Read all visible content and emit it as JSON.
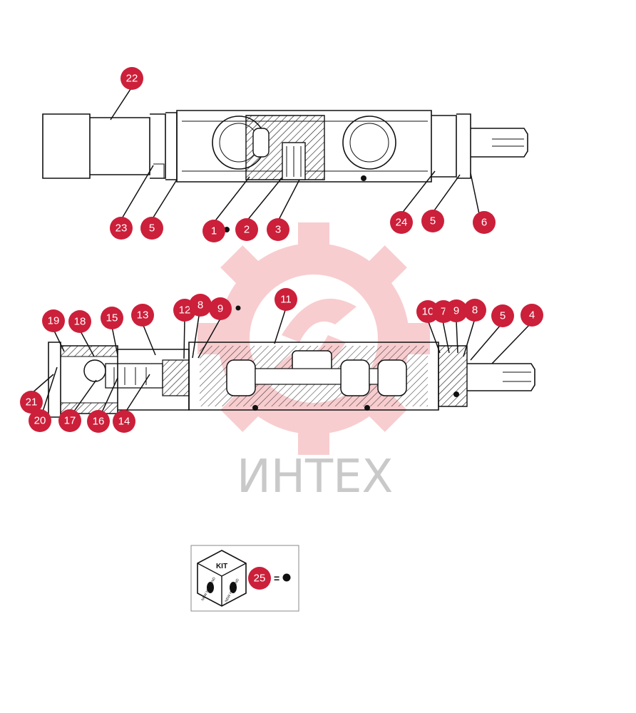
{
  "watermark": {
    "text": "ИНТЕХ"
  },
  "kit": {
    "label": "KIT",
    "brand": "NEW HOLLAND",
    "number": "25",
    "equals": "="
  },
  "callouts": [
    {
      "label": "22"
    },
    {
      "label": "23"
    },
    {
      "label": "5"
    },
    {
      "label": "1"
    },
    {
      "label": "2"
    },
    {
      "label": "3"
    },
    {
      "label": "24"
    },
    {
      "label": "5"
    },
    {
      "label": "6"
    },
    {
      "label": "19"
    },
    {
      "label": "18"
    },
    {
      "label": "15"
    },
    {
      "label": "13"
    },
    {
      "label": "12"
    },
    {
      "label": "8"
    },
    {
      "label": "9"
    },
    {
      "label": "11"
    },
    {
      "label": "10"
    },
    {
      "label": "7"
    },
    {
      "label": "9"
    },
    {
      "label": "8"
    },
    {
      "label": "5"
    },
    {
      "label": "4"
    },
    {
      "label": "21"
    },
    {
      "label": "20"
    },
    {
      "label": "17"
    },
    {
      "label": "16"
    },
    {
      "label": "14"
    }
  ]
}
